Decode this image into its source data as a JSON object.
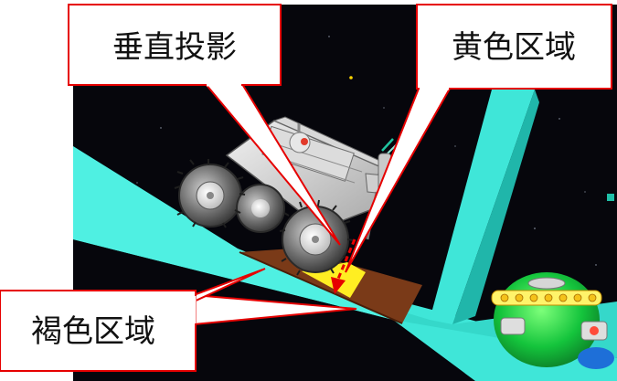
{
  "callouts": {
    "vertical_projection": "垂直投影",
    "yellow_region": "黄色区域",
    "brown_region": "褐色区域"
  },
  "colors": {
    "space": "#06060c",
    "track_cyan": "#3fe6d8",
    "track_side": "#20b6aa",
    "brown_region": "#7a3a18",
    "yellow_region": "#ffee22",
    "callout_border": "#e60000",
    "projection_arrow": "#e60000",
    "sphere_green": "#14c43c"
  },
  "icons": [
    "rover-illustration",
    "lander-sphere-illustration",
    "projection-arrow"
  ]
}
